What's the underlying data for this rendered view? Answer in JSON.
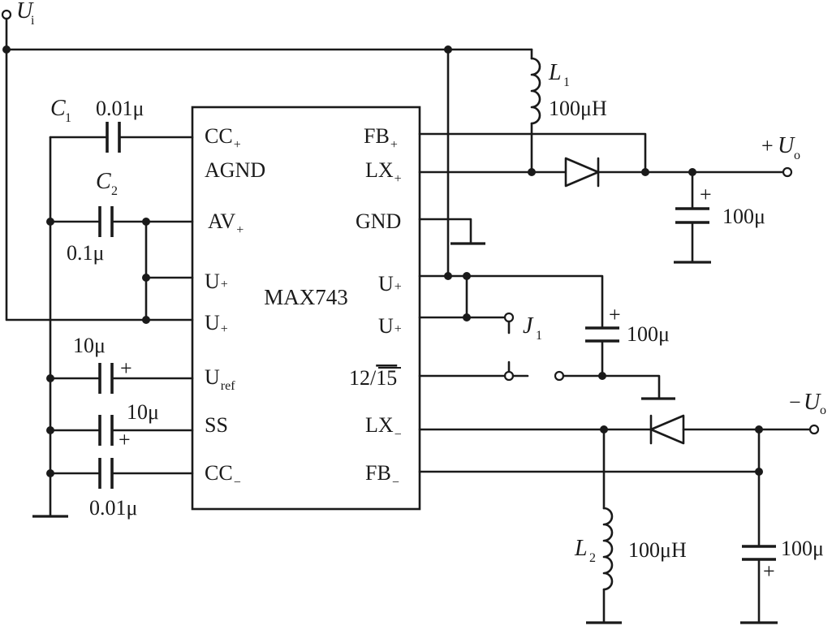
{
  "chip": {
    "name": "MAX743",
    "left_pins": [
      "CC+",
      "AGND",
      "AV+",
      "U+",
      "U+",
      "Uref",
      "SS",
      "CC-"
    ],
    "right_pins": [
      "FB+",
      "LX+",
      "GND",
      "U+",
      "U+",
      "12/15",
      "LX-",
      "FB-"
    ]
  },
  "labels": {
    "input": {
      "sym": "U",
      "sub": "i"
    },
    "output_pos": {
      "pre": "+",
      "sym": "U",
      "sub": "o"
    },
    "output_neg": {
      "pre": "−",
      "sym": "U",
      "sub": "o"
    },
    "L1": {
      "sym": "L",
      "sub": "1",
      "value": "100μH"
    },
    "L2": {
      "sym": "L",
      "sub": "2",
      "value": "100μH"
    },
    "C1": {
      "sym": "C",
      "sub": "1",
      "value": "0.01μ"
    },
    "C2": {
      "sym": "C",
      "sub": "2",
      "value": "0.1μ"
    },
    "C_ref": {
      "value": "10μ",
      "polarity": "+"
    },
    "C_ss": {
      "value": "10μ",
      "polarity": "+"
    },
    "C_ccn": {
      "value": "0.01μ"
    },
    "C_out_pos": {
      "value": "100μ",
      "polarity": "+"
    },
    "C_in": {
      "value": "100μ",
      "polarity": "+"
    },
    "C_out_neg": {
      "value": "100μ",
      "polarity": "+"
    },
    "J1": {
      "sym": "J",
      "sub": "1"
    }
  }
}
